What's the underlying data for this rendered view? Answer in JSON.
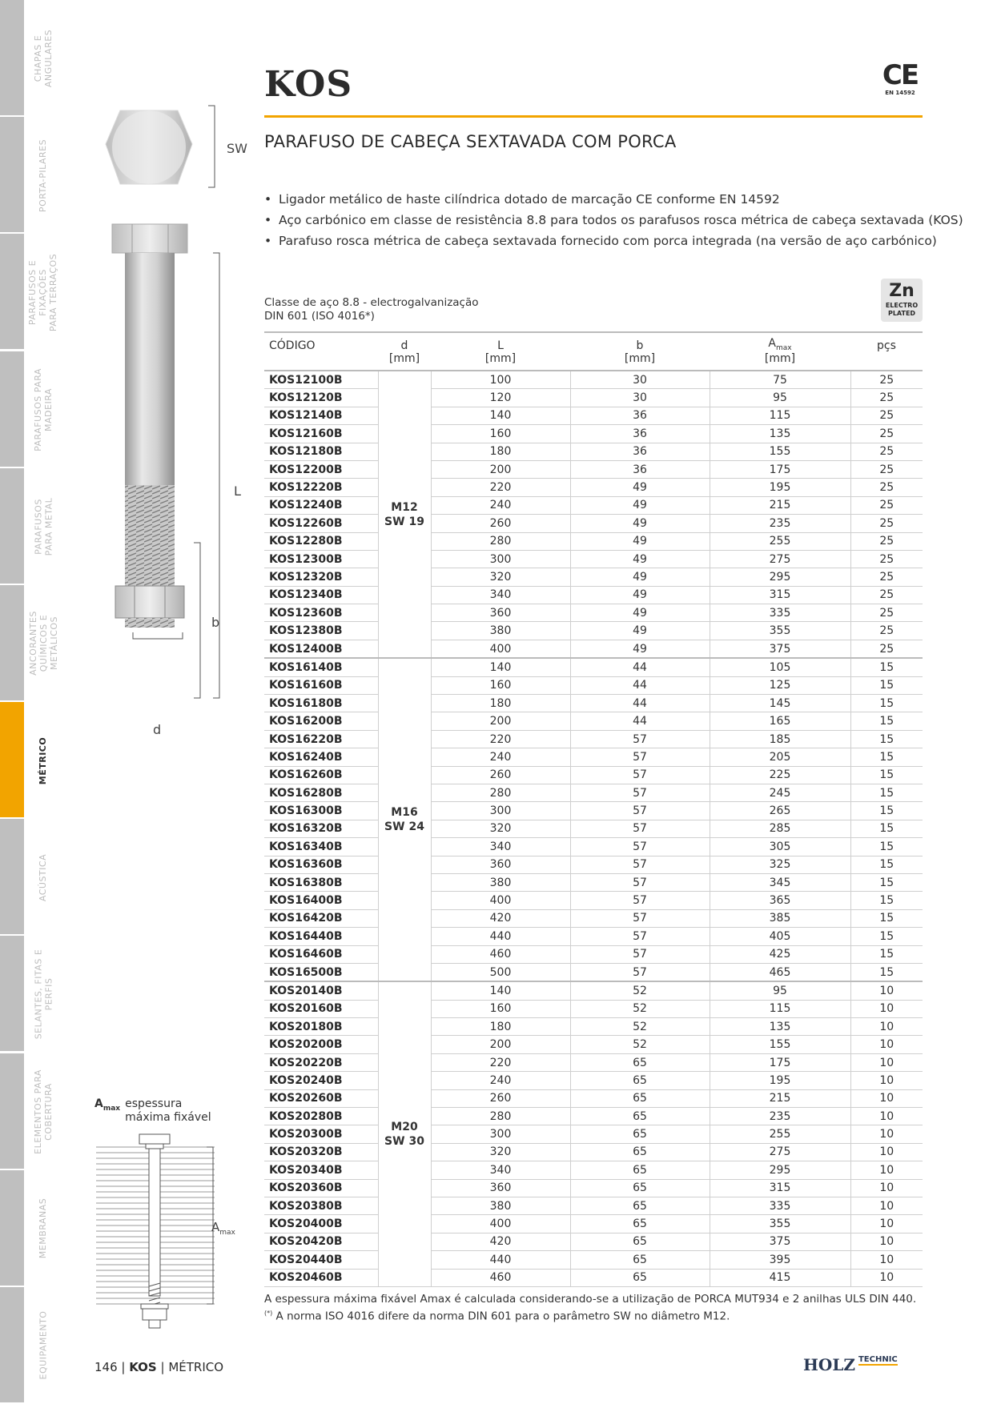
{
  "sidebar": {
    "tabs": [
      {
        "label": "CHAPAS E\nANGULARES",
        "active": false
      },
      {
        "label": "PORTA-PILARES",
        "active": false
      },
      {
        "label": "PARAFUSOS E\nFIXAÇÕES\nPARA TERRAÇOS",
        "active": false
      },
      {
        "label": "PARAFUSOS PARA\nMADEIRA",
        "active": false
      },
      {
        "label": "PARAFUSOS\nPARA METAL",
        "active": false
      },
      {
        "label": "ANCORANTES\nQUÍMICOS E\nMETÁLICOS",
        "active": false
      },
      {
        "label": "MÉTRICO",
        "active": true
      },
      {
        "label": "ACÚSTICA",
        "active": false
      },
      {
        "label": "SELANTES, FITAS E\nPERFIS",
        "active": false
      },
      {
        "label": "ELEMENTOS PARA\nCOBERTURA",
        "active": false
      },
      {
        "label": "MEMBRANAS",
        "active": false
      },
      {
        "label": "EQUIPAMENTO",
        "active": false
      }
    ]
  },
  "header": {
    "title": "KOS",
    "ce_mark": "CE",
    "ce_norm": "EN 14592",
    "subtitle": "PARAFUSO DE CABEÇA SEXTAVADA COM PORCA"
  },
  "bullets": [
    "Ligador metálico de haste cilíndrica dotado de marcação CE conforme EN 14592",
    "Aço carbónico em classe de resistência 8.8 para todos os parafusos rosca métrica de cabeça sextavada (KOS)",
    "Parafuso rosca métrica de cabeça sextavada fornecido com porca integrada (na versão de aço carbónico)"
  ],
  "steel_class": {
    "line1": "Classe de aço 8.8 - electrogalvanização",
    "line2": "DIN 601 (ISO 4016*)"
  },
  "zn_badge": {
    "symbol": "Zn",
    "line1": "ELECTRO",
    "line2": "PLATED"
  },
  "drawing_labels": {
    "sw": "SW",
    "l": "L",
    "b": "b",
    "d": "d",
    "amax": "A",
    "amax_sub": "max"
  },
  "amax_legend": {
    "symbol": "A",
    "sub": "max",
    "text": "espessura máxima fixável"
  },
  "table": {
    "headers": {
      "code": "CÓDIGO",
      "d": "d",
      "l": "L",
      "b": "b",
      "amax": "A",
      "amax_sub": "max",
      "pcs": "pçs",
      "d_unit": "[mm]",
      "l_unit": "[mm]",
      "b_unit": "[mm]",
      "amax_unit": "[mm]"
    },
    "groups": [
      {
        "d_line1": "M12",
        "d_line2": "SW 19",
        "rows": [
          [
            "KOS12100B",
            "100",
            "30",
            "75",
            "25"
          ],
          [
            "KOS12120B",
            "120",
            "30",
            "95",
            "25"
          ],
          [
            "KOS12140B",
            "140",
            "36",
            "115",
            "25"
          ],
          [
            "KOS12160B",
            "160",
            "36",
            "135",
            "25"
          ],
          [
            "KOS12180B",
            "180",
            "36",
            "155",
            "25"
          ],
          [
            "KOS12200B",
            "200",
            "36",
            "175",
            "25"
          ],
          [
            "KOS12220B",
            "220",
            "49",
            "195",
            "25"
          ],
          [
            "KOS12240B",
            "240",
            "49",
            "215",
            "25"
          ],
          [
            "KOS12260B",
            "260",
            "49",
            "235",
            "25"
          ],
          [
            "KOS12280B",
            "280",
            "49",
            "255",
            "25"
          ],
          [
            "KOS12300B",
            "300",
            "49",
            "275",
            "25"
          ],
          [
            "KOS12320B",
            "320",
            "49",
            "295",
            "25"
          ],
          [
            "KOS12340B",
            "340",
            "49",
            "315",
            "25"
          ],
          [
            "KOS12360B",
            "360",
            "49",
            "335",
            "25"
          ],
          [
            "KOS12380B",
            "380",
            "49",
            "355",
            "25"
          ],
          [
            "KOS12400B",
            "400",
            "49",
            "375",
            "25"
          ]
        ]
      },
      {
        "d_line1": "M16",
        "d_line2": "SW 24",
        "rows": [
          [
            "KOS16140B",
            "140",
            "44",
            "105",
            "15"
          ],
          [
            "KOS16160B",
            "160",
            "44",
            "125",
            "15"
          ],
          [
            "KOS16180B",
            "180",
            "44",
            "145",
            "15"
          ],
          [
            "KOS16200B",
            "200",
            "44",
            "165",
            "15"
          ],
          [
            "KOS16220B",
            "220",
            "57",
            "185",
            "15"
          ],
          [
            "KOS16240B",
            "240",
            "57",
            "205",
            "15"
          ],
          [
            "KOS16260B",
            "260",
            "57",
            "225",
            "15"
          ],
          [
            "KOS16280B",
            "280",
            "57",
            "245",
            "15"
          ],
          [
            "KOS16300B",
            "300",
            "57",
            "265",
            "15"
          ],
          [
            "KOS16320B",
            "320",
            "57",
            "285",
            "15"
          ],
          [
            "KOS16340B",
            "340",
            "57",
            "305",
            "15"
          ],
          [
            "KOS16360B",
            "360",
            "57",
            "325",
            "15"
          ],
          [
            "KOS16380B",
            "380",
            "57",
            "345",
            "15"
          ],
          [
            "KOS16400B",
            "400",
            "57",
            "365",
            "15"
          ],
          [
            "KOS16420B",
            "420",
            "57",
            "385",
            "15"
          ],
          [
            "KOS16440B",
            "440",
            "57",
            "405",
            "15"
          ],
          [
            "KOS16460B",
            "460",
            "57",
            "425",
            "15"
          ],
          [
            "KOS16500B",
            "500",
            "57",
            "465",
            "15"
          ]
        ]
      },
      {
        "d_line1": "M20",
        "d_line2": "SW 30",
        "rows": [
          [
            "KOS20140B",
            "140",
            "52",
            "95",
            "10"
          ],
          [
            "KOS20160B",
            "160",
            "52",
            "115",
            "10"
          ],
          [
            "KOS20180B",
            "180",
            "52",
            "135",
            "10"
          ],
          [
            "KOS20200B",
            "200",
            "52",
            "155",
            "10"
          ],
          [
            "KOS20220B",
            "220",
            "65",
            "175",
            "10"
          ],
          [
            "KOS20240B",
            "240",
            "65",
            "195",
            "10"
          ],
          [
            "KOS20260B",
            "260",
            "65",
            "215",
            "10"
          ],
          [
            "KOS20280B",
            "280",
            "65",
            "235",
            "10"
          ],
          [
            "KOS20300B",
            "300",
            "65",
            "255",
            "10"
          ],
          [
            "KOS20320B",
            "320",
            "65",
            "275",
            "10"
          ],
          [
            "KOS20340B",
            "340",
            "65",
            "295",
            "10"
          ],
          [
            "KOS20360B",
            "360",
            "65",
            "315",
            "10"
          ],
          [
            "KOS20380B",
            "380",
            "65",
            "335",
            "10"
          ],
          [
            "KOS20400B",
            "400",
            "65",
            "355",
            "10"
          ],
          [
            "KOS20420B",
            "420",
            "65",
            "375",
            "10"
          ],
          [
            "KOS20440B",
            "440",
            "65",
            "395",
            "10"
          ],
          [
            "KOS20460B",
            "460",
            "65",
            "415",
            "10"
          ]
        ]
      }
    ]
  },
  "footnotes": {
    "line1": "A espessura máxima fixável Amax é calculada considerando-se a utilização de PORCA MUT934 e 2 anilhas ULS DIN 440.",
    "line2_mark": "(*)",
    "line2": " A norma ISO 4016 difere da norma DIN 601 para o parâmetro SW no diâmetro M12."
  },
  "page_footer": {
    "page": "146",
    "sep1": " | ",
    "product": "KOS",
    "sep2": " | ",
    "section": "MÉTRICO"
  },
  "brand": {
    "name": "HOLZ",
    "suffix": "TECHNIC"
  },
  "colors": {
    "accent": "#f2a400",
    "tab_inactive": "#bfbfbf",
    "brand": "#2b3a55"
  }
}
